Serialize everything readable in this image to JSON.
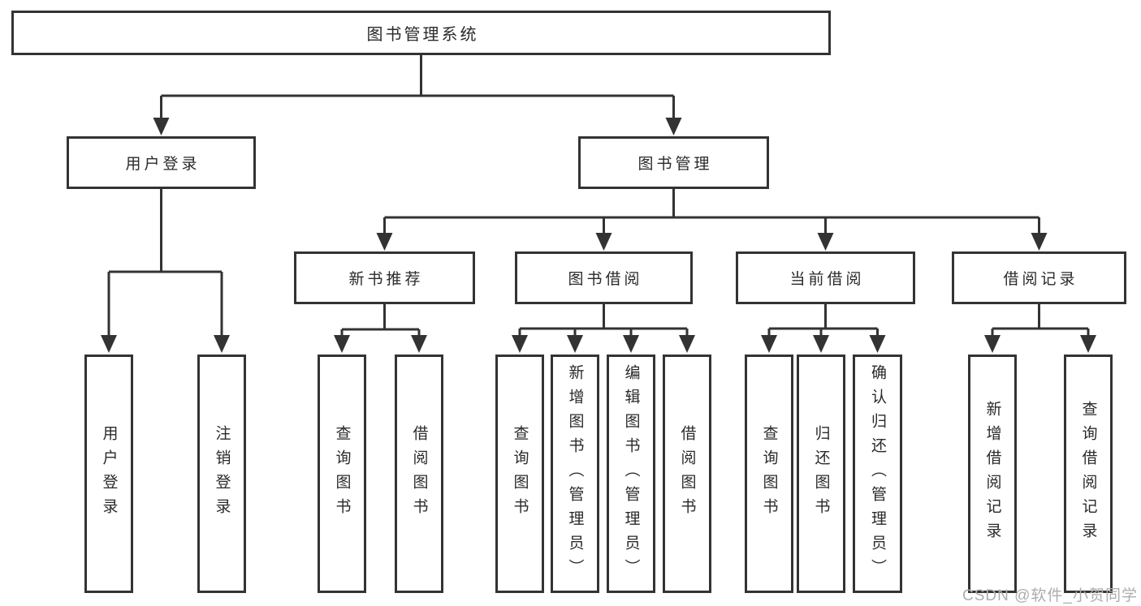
{
  "diagram": {
    "root": {
      "label": "图书管理系统"
    },
    "level2": [
      {
        "id": "user-login",
        "label": "用户登录"
      },
      {
        "id": "book-management",
        "label": "图书管理"
      }
    ],
    "level3": [
      {
        "id": "new-book-recommend",
        "label": "新书推荐"
      },
      {
        "id": "book-borrowing",
        "label": "图书借阅"
      },
      {
        "id": "current-borrowing",
        "label": "当前借阅"
      },
      {
        "id": "borrowing-records",
        "label": "借阅记录"
      }
    ],
    "leaves": {
      "user_login": [
        {
          "label": "用户登录"
        },
        {
          "label": "注销登录"
        }
      ],
      "new_book_recommend": [
        {
          "label": "查询图书"
        },
        {
          "label": "借阅图书"
        }
      ],
      "book_borrowing": [
        {
          "label": "查询图书"
        },
        {
          "label": "新增图书（管理员）"
        },
        {
          "label": "编辑图书（管理员）"
        },
        {
          "label": "借阅图书"
        }
      ],
      "current_borrowing": [
        {
          "label": "查询图书"
        },
        {
          "label": "归还图书"
        },
        {
          "label": "确认归还（管理员）"
        }
      ],
      "borrowing_records": [
        {
          "label": "新增借阅记录"
        },
        {
          "label": "查询借阅记录"
        }
      ]
    },
    "watermark": "CSDN @软件_小贺同学",
    "colors": {
      "line": "#333333",
      "box_border": "#333333",
      "text": "#2a2a2a",
      "background": "#ffffff",
      "watermark": "#adadad"
    }
  }
}
